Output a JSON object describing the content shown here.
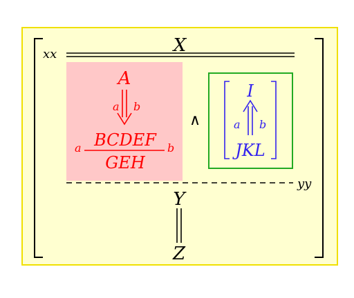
{
  "diagram": {
    "top_label": "X",
    "top_left_label": "xx",
    "red_block": {
      "top": "A",
      "left_arrow_label": "a",
      "right_arrow_label": "b",
      "left_frac_label": "a",
      "right_frac_label": "b",
      "numerator": "BCDEF",
      "denominator": "GEH"
    },
    "operator": "∧",
    "blue_block": {
      "top": "I",
      "left_arrow_label": "a",
      "right_arrow_label": "b",
      "bottom": "JKL"
    },
    "dashed_right_label": "yy",
    "bottom_top": "Y",
    "bottom_bottom": "Z"
  },
  "colors": {
    "outer_fill": "#ffffd0",
    "outer_border": "#f0e000",
    "red_fill": "#ffc8c8",
    "red_text": "#ff0000",
    "green_border": "#22aa22",
    "blue_text": "#3322ee",
    "black": "#000000"
  }
}
